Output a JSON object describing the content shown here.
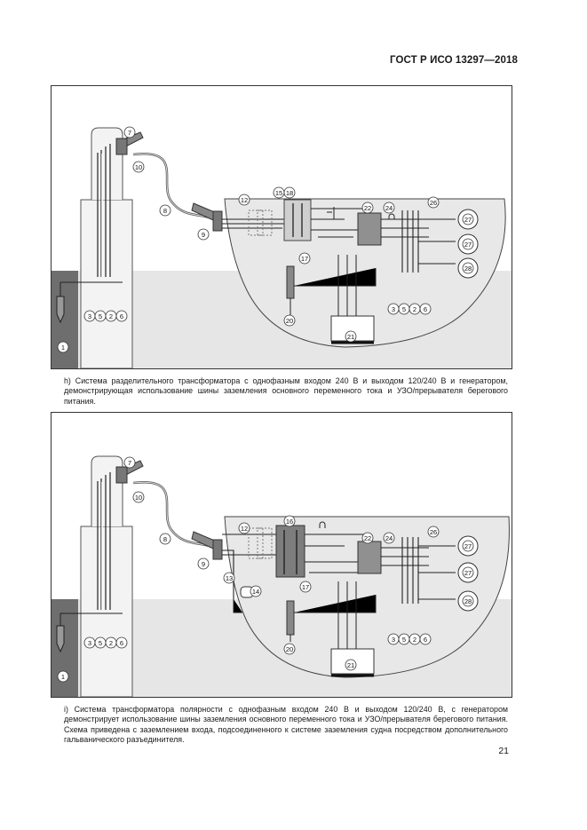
{
  "header": {
    "standard_code": "ГОСТ Р ИСО 13297—2018"
  },
  "figure_h": {
    "callouts": [
      "7",
      "10",
      "8",
      "9",
      "12",
      "15",
      "18",
      "22",
      "24",
      "26",
      "27",
      "27",
      "28",
      "17",
      "20",
      "21",
      "3",
      "5",
      "2",
      "6",
      "3",
      "5",
      "2",
      "6",
      "1"
    ],
    "caption": "h) Система разделительного трансформатора с однофазным входом 240 В и выходом 120/240 В и генератором, демонстрирующая использование шины заземления основного переменного тока и УЗО/прерывателя берегового питания."
  },
  "figure_i": {
    "callouts": [
      "7",
      "10",
      "8",
      "9",
      "12",
      "16",
      "22",
      "24",
      "26",
      "27",
      "27",
      "28",
      "13",
      "14",
      "17",
      "20",
      "21",
      "3",
      "5",
      "2",
      "6",
      "3",
      "5",
      "2",
      "6",
      "1"
    ],
    "caption": "i) Система трансформатора полярности с однофазным входом 240 В и выходом 120/240 В, с генератором демонстрирует использование шины заземления основного переменного тока и УЗО/прерывателя берегового питания. Схема приведена с заземлением входа, подсоединенного к системе заземления судна посредством дополнительного гальванического разъединителя."
  },
  "page": {
    "number": "21"
  }
}
